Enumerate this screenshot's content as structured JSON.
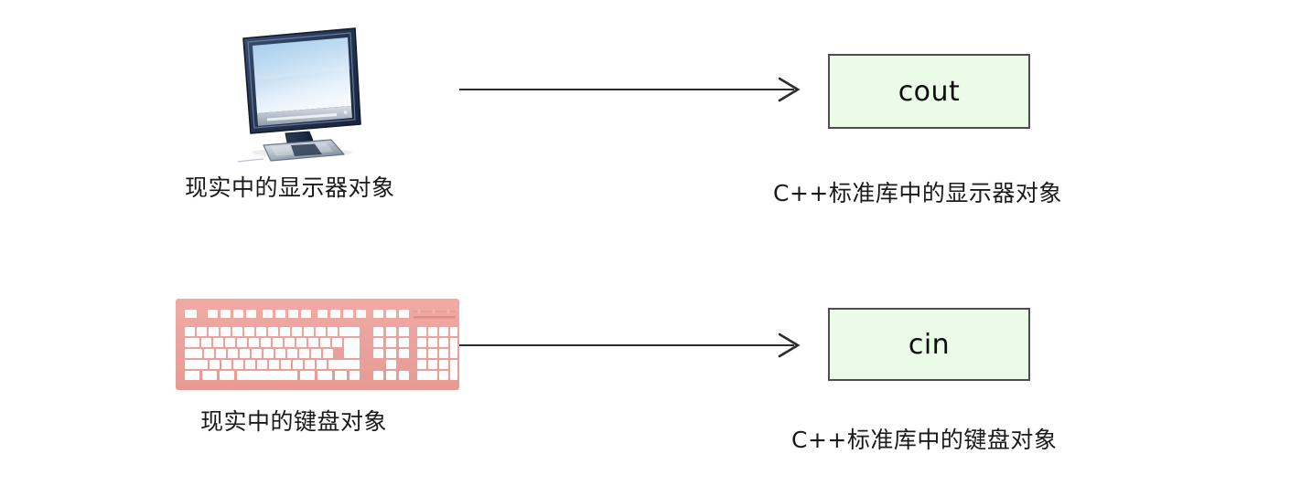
{
  "diagram": {
    "title": "C++ standard library stream objects mapped to real devices",
    "background_color": "#ffffff",
    "box_fill_color": "#eafbe7",
    "box_border_color": "#4d4d4d",
    "arrow_color": "#2b2b2b",
    "text_color": "#1a1a1a",
    "keyboard_body_color": "#eea6a0",
    "keyboard_key_color": "#fdfdfd",
    "monitor_bezel_color": "#2d3d57",
    "monitor_screen_color": "#bcd9f0"
  },
  "rows": [
    {
      "id": "output-row",
      "source_icon": "monitor-icon",
      "source_caption": "现实中的显示器对象",
      "arrow": {
        "direction": "right",
        "style": "open-arrowhead"
      },
      "target_label": "cout",
      "target_caption": "C++标准库中的显示器对象"
    },
    {
      "id": "input-row",
      "source_icon": "keyboard-icon",
      "source_caption": "现实中的键盘对象",
      "arrow": {
        "direction": "right",
        "style": "open-arrowhead"
      },
      "target_label": "cin",
      "target_caption": "C++标准库中的键盘对象"
    }
  ]
}
